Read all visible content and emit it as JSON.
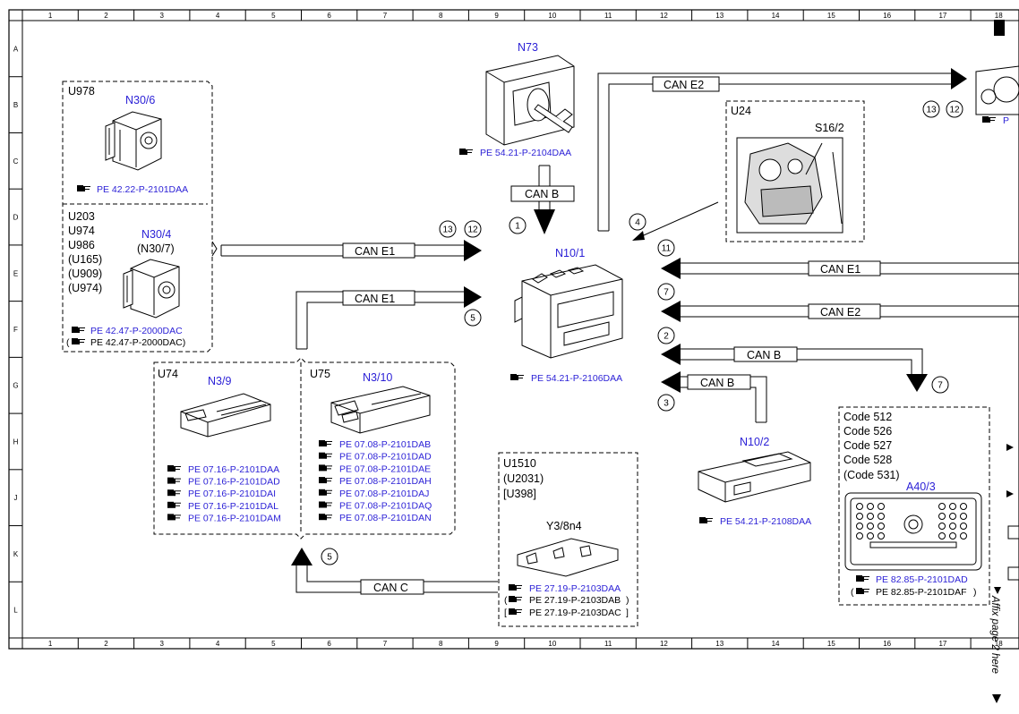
{
  "grid": {
    "columns": [
      "1",
      "2",
      "3",
      "4",
      "5",
      "6",
      "7",
      "8",
      "9",
      "10",
      "11",
      "12",
      "13",
      "14",
      "15",
      "16",
      "17",
      "18"
    ],
    "rows": [
      "A",
      "B",
      "C",
      "D",
      "E",
      "F",
      "G",
      "H",
      "J",
      "K",
      "L"
    ]
  },
  "components": {
    "u978": {
      "code": "U978",
      "name": "N30/6",
      "ref": "PE 42.22-P-2101DAA"
    },
    "n30_4": {
      "codes": [
        "U203",
        "U974",
        "U986",
        "(U165)",
        "(U909)",
        "(U974)"
      ],
      "name": "N30/4",
      "alt": "(N30/7)",
      "ref": "PE 42.47-P-2000DAC",
      "ref2": "(",
      "ref2_text": "PE 42.47-P-2000DAC)"
    },
    "n3_9": {
      "code": "U74",
      "name": "N3/9",
      "refs": [
        "PE 07.16-P-2101DAA",
        "PE 07.16-P-2101DAD",
        "PE 07.16-P-2101DAI",
        "PE 07.16-P-2101DAL",
        "PE 07.16-P-2101DAM"
      ]
    },
    "n3_10": {
      "code": "U75",
      "name": "N3/10",
      "refs": [
        "PE 07.08-P-2101DAB",
        "PE 07.08-P-2101DAD",
        "PE 07.08-P-2101DAE",
        "PE 07.08-P-2101DAH",
        "PE 07.08-P-2101DAJ",
        "PE 07.08-P-2101DAQ",
        "PE 07.08-P-2101DAN"
      ]
    },
    "n73": {
      "name": "N73",
      "ref": "PE 54.21-P-2104DAA"
    },
    "n10_1": {
      "name": "N10/1",
      "ref": "PE 54.21-P-2106DAA"
    },
    "u24": {
      "code": "U24",
      "name": "S16/2"
    },
    "n10_2": {
      "name": "N10/2",
      "ref": "PE 54.21-P-2108DAA"
    },
    "y3": {
      "codes": [
        "U1510",
        "(U2031)",
        "[U398]"
      ],
      "name": "Y3/8n4",
      "refs": [
        "PE 27.19-P-2103DAA",
        "PE 27.19-P-2103DAB",
        "PE 27.19-P-2103DAC"
      ],
      "prefix2": "(",
      "suffix2": ")",
      "prefix3": "[",
      "suffix3": "]"
    },
    "a40_3": {
      "codes": [
        "Code 512",
        "Code 526",
        "Code 527",
        "Code 528",
        "(Code 531)"
      ],
      "name": "A40/3",
      "refs": [
        "PE 82.85-P-2101DAD",
        "PE 82.85-P-2101DAF"
      ],
      "prefix2": "(",
      "suffix2": ")"
    },
    "cluster": {
      "ref": "P"
    }
  },
  "buses": {
    "can_e2_top": "CAN E2",
    "can_b_n73": "CAN B",
    "can_e1_left": "CAN E1",
    "can_e1_lower": "CAN E1",
    "can_e1_right": "CAN E1",
    "can_e2_right": "CAN E2",
    "can_b_right1": "CAN B",
    "can_b_right2": "CAN B",
    "can_c": "CAN C"
  },
  "markers": {
    "m1": "1",
    "m2": "2",
    "m3": "3",
    "m4": "4",
    "m5a": "5",
    "m5b": "5",
    "m7a": "7",
    "m7b": "7",
    "m11": "11",
    "m12a": "12",
    "m12b": "12",
    "m13a": "13",
    "m13b": "13"
  },
  "side_note": "Affix page 2 here"
}
